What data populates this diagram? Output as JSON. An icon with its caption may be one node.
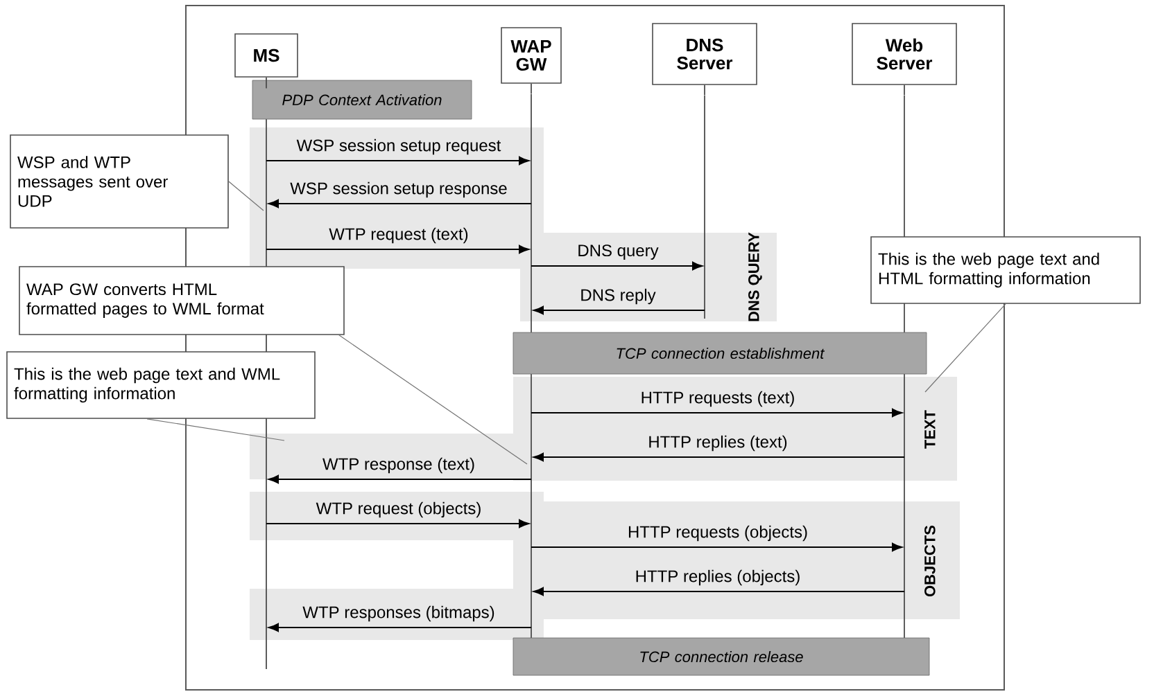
{
  "diagram": {
    "nodes": [
      {
        "text": [
          "MS"
        ]
      },
      {
        "text": [
          "WAP GW"
        ]
      },
      {
        "text": [
          "DNS Server"
        ]
      },
      {
        "text": [
          "Web Server"
        ]
      },
      {
        "text": [
          "PDP Context Activation"
        ]
      },
      {
        "text": [
          "TCP connection establishment"
        ]
      },
      {
        "text": [
          "TCP connection release"
        ]
      },
      {
        "text": [
          "WSP and WTP messages sent over UDP"
        ]
      },
      {
        "text": [
          "WAP GW converts HTML formatted pages to WML format"
        ]
      },
      {
        "text": [
          "This is the web page text and WML formatting information"
        ]
      },
      {
        "text": [
          "This is the web page text and HTML formatting information"
        ]
      },
      {
        "text": [],
        "shape": "line"
      },
      {
        "text": [],
        "shape": "line"
      },
      {
        "text": [],
        "shape": "line"
      },
      {
        "text": [],
        "shape": "line"
      }
    ],
    "edges": [
      {
        "from": 11,
        "to": 12,
        "arrow": "to",
        "label": "WSP session setup request"
      },
      {
        "from": 12,
        "to": 11,
        "arrow": "to",
        "label": "WSP session setup response"
      },
      {
        "from": 11,
        "to": 12,
        "arrow": "to",
        "label": "WTP request (text)"
      },
      {
        "from": 12,
        "to": 13,
        "arrow": "to",
        "label": "DNS query"
      },
      {
        "from": 13,
        "to": 12,
        "arrow": "to",
        "label": "DNS reply"
      },
      {
        "from": 12,
        "to": 14,
        "arrow": "to",
        "label": "HTTP requests (text)"
      },
      {
        "from": 14,
        "to": 12,
        "arrow": "to",
        "label": "HTTP replies (text)"
      },
      {
        "from": 12,
        "to": 11,
        "arrow": "to",
        "label": "WTP response (text)"
      },
      {
        "from": 11,
        "to": 12,
        "arrow": "to",
        "label": "WTP request (objects)"
      },
      {
        "from": 12,
        "to": 14,
        "arrow": "to",
        "label": "HTTP requests (objects)"
      },
      {
        "from": 14,
        "to": 12,
        "arrow": "to",
        "label": "HTTP replies (objects)"
      },
      {
        "from": 12,
        "to": 11,
        "arrow": "to",
        "label": "WTP responses (bitmaps)"
      },
      {
        "from": 7,
        "to": 11,
        "arrow": "none",
        "color": "#737373"
      },
      {
        "from": 8,
        "to": 12,
        "arrow": "none",
        "color": "#737373"
      },
      {
        "from": 9,
        "to": 11,
        "arrow": "none",
        "color": "#737373"
      },
      {
        "from": 10,
        "to": 14,
        "arrow": "none",
        "color": "#737373"
      },
      {
        "from": 0,
        "to": 11,
        "arrow": "none"
      },
      {
        "from": 1,
        "to": 12,
        "arrow": "none"
      },
      {
        "from": 2,
        "to": 13,
        "arrow": "none"
      },
      {
        "from": 3,
        "to": 14,
        "arrow": "none"
      }
    ],
    "labels": [
      "DNS QUERY",
      "TEXT",
      "OBJECTS"
    ]
  }
}
